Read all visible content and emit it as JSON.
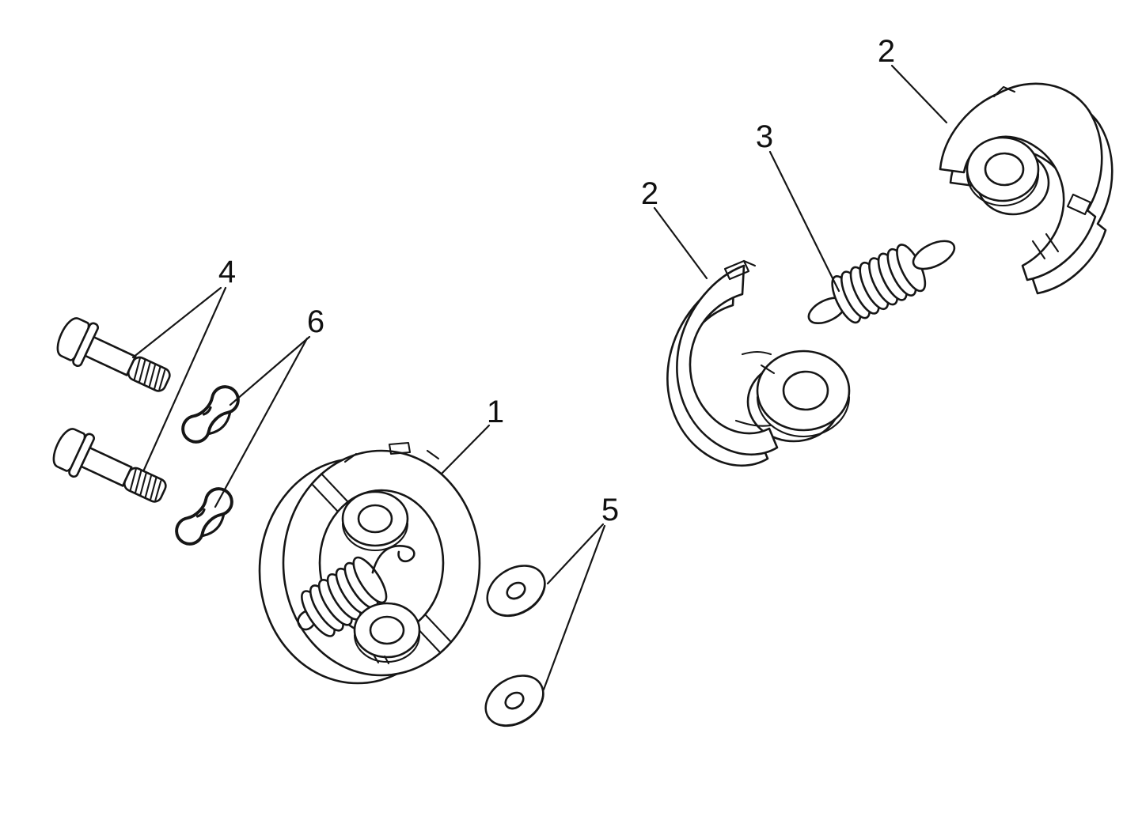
{
  "diagram": {
    "kind": "exploded-parts-diagram",
    "subject": "clutch-assembly-exploded-view",
    "colors": {
      "background": "#ffffff",
      "line": "#161616",
      "label": "#111111"
    },
    "callouts": [
      {
        "label": "1",
        "part": "clutch-assembly"
      },
      {
        "label": "2",
        "part": "clutch-shoe-left"
      },
      {
        "label": "2",
        "part": "clutch-shoe-right"
      },
      {
        "label": "3",
        "part": "tension-spring"
      },
      {
        "label": "4",
        "part": "shoulder-bolts"
      },
      {
        "label": "5",
        "part": "washers"
      },
      {
        "label": "6",
        "part": "cushion-clips"
      }
    ]
  }
}
